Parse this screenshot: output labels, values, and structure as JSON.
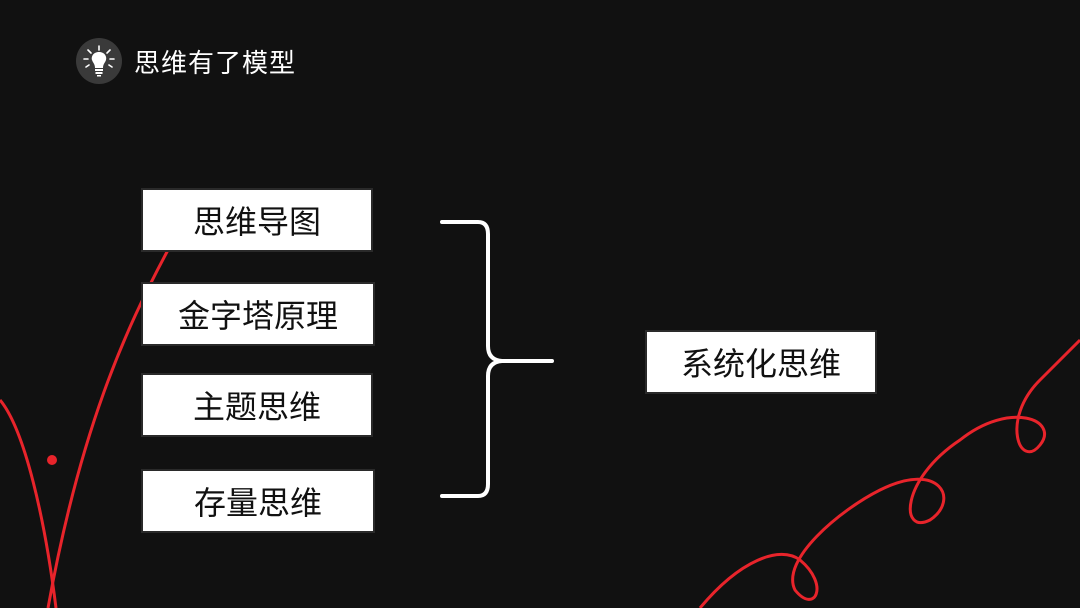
{
  "header": {
    "icon": "lightbulb-icon",
    "title": "思维有了模型"
  },
  "models": [
    {
      "label": "思维导图"
    },
    {
      "label": "金字塔原理"
    },
    {
      "label": "主题思维"
    },
    {
      "label": "存量思维"
    }
  ],
  "result": {
    "label": "系统化思维"
  },
  "colors": {
    "background": "#111111",
    "accent": "#e8242b",
    "box": "#ffffff",
    "text": "#111111",
    "header_text": "#ffffff"
  }
}
